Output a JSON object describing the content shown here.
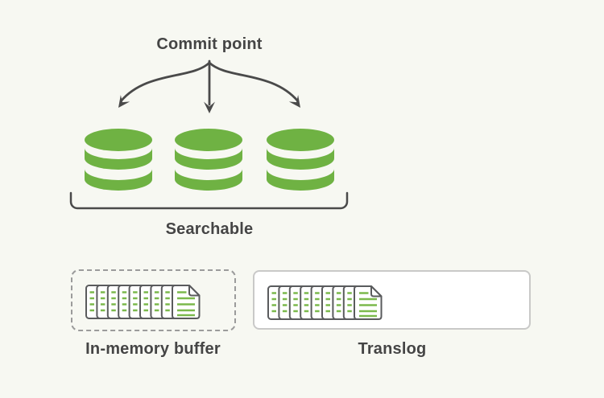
{
  "colors": {
    "background": "#f7f8f2",
    "segment_green": "#6fb243",
    "doc_line_green": "#7bb94c",
    "text_dark": "#454545",
    "arrow_dark": "#4a4a4a",
    "icon_outline": "#5a5b5d",
    "buffer_border": "#9b9b9b",
    "translog_border": "#c9c9c8",
    "box_fill": "#ffffff"
  },
  "labels": {
    "commit_point": "Commit point",
    "searchable": "Searchable",
    "in_memory_buffer": "In-memory buffer",
    "translog": "Translog"
  },
  "structure": {
    "segment_count": 3,
    "buffer_document_pages": 9,
    "translog_document_pages": 9
  }
}
